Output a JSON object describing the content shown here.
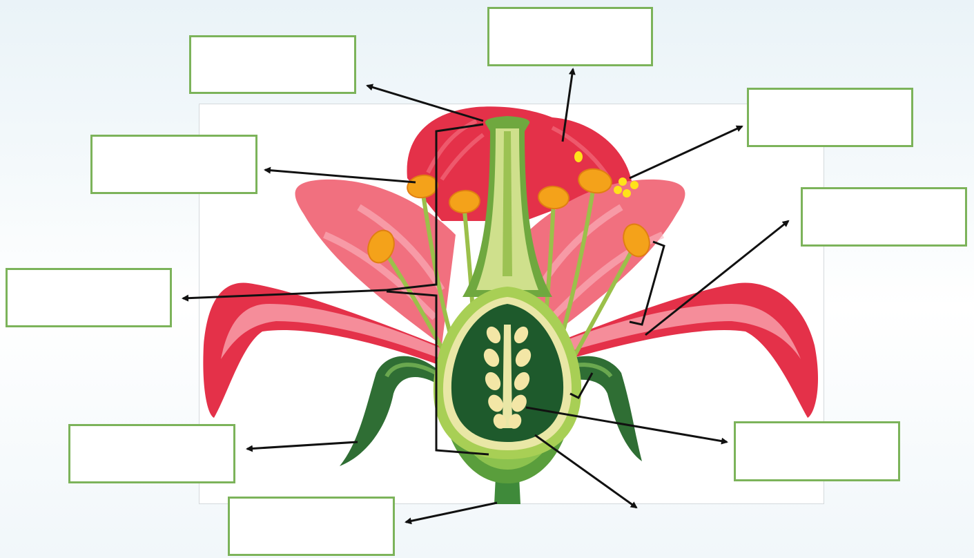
{
  "diagram": {
    "colors": {
      "label_border": "#7cb35a",
      "petal_dark": "#e0304a",
      "petal_light": "#f4818f",
      "anther": "#f4a21a",
      "filament": "#a6c94f",
      "pistil": "#8ab84a",
      "ovary": "#1f5c2e",
      "ovule": "#f3e6a6",
      "sepal": "#2f6e34",
      "pollen": "#ffe21a",
      "arrow": "#111111"
    },
    "labels": [
      {
        "id": "label-stigma",
        "text": ""
      },
      {
        "id": "label-petal",
        "text": ""
      },
      {
        "id": "label-pollen",
        "text": ""
      },
      {
        "id": "label-anther",
        "text": ""
      },
      {
        "id": "label-stamen",
        "text": ""
      },
      {
        "id": "label-pistil",
        "text": ""
      },
      {
        "id": "label-sepal",
        "text": ""
      },
      {
        "id": "label-receptacle",
        "text": ""
      },
      {
        "id": "label-ovule",
        "text": ""
      }
    ]
  }
}
